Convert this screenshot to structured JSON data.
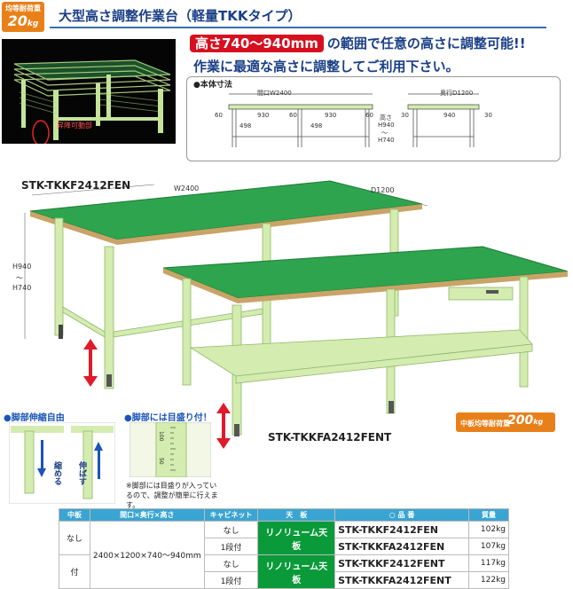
{
  "header": {
    "load_badge_top": "均等耐荷重",
    "load_badge_value": "20",
    "load_badge_unit": "kg",
    "title": "大型高さ調整作業台（軽量TKKタイプ）",
    "photo_label": "昇降可動部"
  },
  "headline": {
    "highlight": "高さ740～940mm",
    "line1_rest": "の範囲で任意の高さに調整可能!!",
    "line2": "作業に最適な高さに調整してご利用下さい。"
  },
  "dimensions": {
    "title": "●本体寸法",
    "front_width": "間口W2400",
    "depth": "奥行D1200",
    "v60a": "60",
    "v930a": "930",
    "v60b": "60",
    "v930b": "930",
    "v60c": "60",
    "v498a": "498",
    "v498b": "498",
    "height_label": "高さ",
    "h940": "H940",
    "tilde": "～",
    "h740": "H740",
    "v30a": "30",
    "v940": "940",
    "v30b": "30"
  },
  "illustration": {
    "model1": "STK-TKKF2412FEN",
    "model2": "STK-TKKFA2412FENT",
    "w_label": "W2400",
    "d_label": "D1200",
    "h_label_top": "H940",
    "h_label_tilde": "～",
    "h_label_bottom": "H740",
    "shelf_load_label": "中板均等耐荷重",
    "shelf_load_value": "200",
    "shelf_load_unit": "kg"
  },
  "features": {
    "f1": "●脚部伸縮自由",
    "f2": "●脚部には目盛り付！",
    "shrink": "縮める",
    "extend": "伸ばす",
    "scale_100": "100",
    "scale_50": "50",
    "note": "※脚部には目盛りが入っているので、調整が簡単に行えます。"
  },
  "colors": {
    "table_green": "#2ea44e",
    "frame_green": "#d4ecb0",
    "accent_red": "#d6101f",
    "accent_orange": "#e8801a",
    "title_blue": "#1a3f86",
    "header_cyan": "#3aa5d2"
  },
  "table": {
    "headers": [
      "中板",
      "間口×奥行×高さ",
      "キャビネット",
      "天　板",
      "○ 品 番",
      "質量"
    ],
    "size": "2400×1200×740～940mm",
    "top": "リノリューム天板",
    "groups": [
      {
        "shelf": "なし",
        "rows": [
          {
            "cabinet": "なし",
            "product": "STK-TKKF2412FEN",
            "mass": "102kg"
          },
          {
            "cabinet": "1段付",
            "product": "STK-TKKFA2412FEN",
            "mass": "107kg"
          }
        ]
      },
      {
        "shelf": "付",
        "rows": [
          {
            "cabinet": "なし",
            "product": "STK-TKKF2412FENT",
            "mass": "117kg"
          },
          {
            "cabinet": "1段付",
            "product": "STK-TKKFA2412FENT",
            "mass": "122kg"
          }
        ]
      }
    ]
  }
}
